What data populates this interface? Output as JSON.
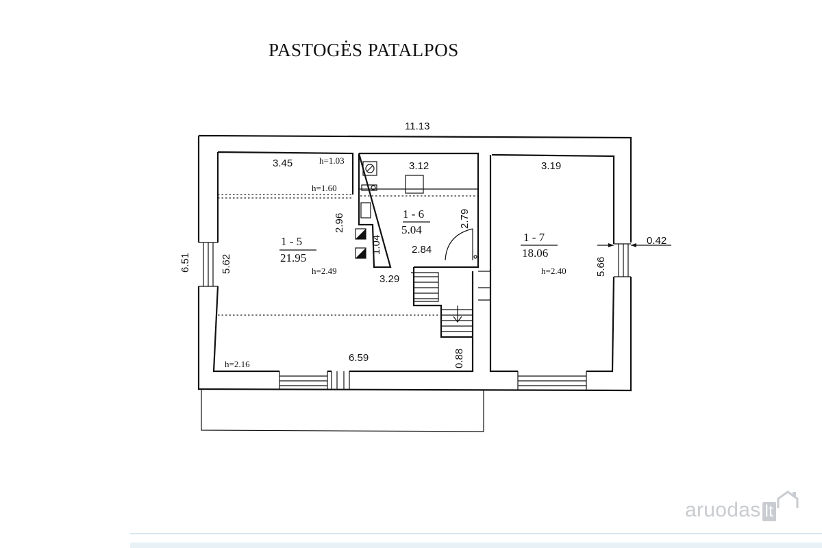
{
  "title": "PASTOGĖS PATALPOS",
  "dimensions": {
    "total_width": "11.13",
    "left_height": "6.51",
    "wall_offset": "0.42",
    "r5_top": "3.45",
    "r5_h103": "h=1.03",
    "r5_h160": "h=1.60",
    "r5_inner_h": "5.62",
    "r5_side": "2.96",
    "r5_step": "1.04",
    "r5_bottom_h": "h=2.16",
    "r5_bottom": "6.59",
    "stair_w": "3.29",
    "stair_gap": "0.88",
    "r6_top": "3.12",
    "r6_side": "2.79",
    "r6_bottom": "2.84",
    "r7_top": "3.19",
    "r7_side": "5.66"
  },
  "rooms": {
    "r5": {
      "id": "1 - 5",
      "area": "21.95",
      "height": "h=2.49"
    },
    "r6": {
      "id": "1 - 6",
      "area": "5.04"
    },
    "r7": {
      "id": "1 - 7",
      "area": "18.06",
      "height": "h=2.40"
    }
  },
  "watermark": {
    "brand": "aruodas",
    "tld": "lt"
  }
}
